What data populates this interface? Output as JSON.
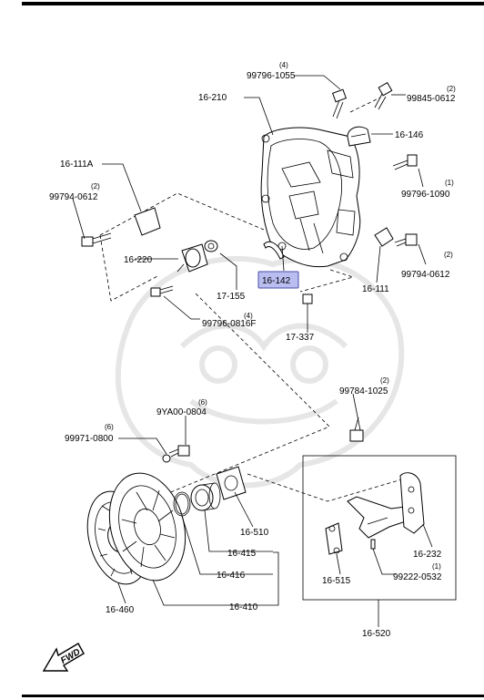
{
  "parts": {
    "p_16_210": "16-210",
    "p_99796_1055": "99796-1055",
    "p_99796_1055_qty": "(4)",
    "p_99845_0612": "99845-0612",
    "p_99845_0612_qty": "(2)",
    "p_16_146": "16-146",
    "p_16_111A": "16-111A",
    "p_99794_0612_left": "99794-0612",
    "p_99794_0612_left_qty": "(2)",
    "p_99796_1090": "99796-1090",
    "p_99796_1090_qty": "(1)",
    "p_16_220": "16-220",
    "p_16_142": "16-142",
    "p_99794_0612_right": "99794-0612",
    "p_99794_0612_right_qty": "(2)",
    "p_17_155": "17-155",
    "p_16_111": "16-111",
    "p_99796_0816F": "99796-0816F",
    "p_99796_0816F_qty": "(4)",
    "p_17_337": "17-337",
    "p_99784_1025": "99784-1025",
    "p_99784_1025_qty": "(2)",
    "p_9YA00_0804": "9YA00-0804",
    "p_9YA00_0804_qty": "(6)",
    "p_99971_0800": "99971-0800",
    "p_99971_0800_qty": "(6)",
    "p_16_510": "16-510",
    "p_16_232": "16-232",
    "p_16_415": "16-415",
    "p_16_416": "16-416",
    "p_16_515": "16-515",
    "p_99222_0532": "99222-0532",
    "p_99222_0532_qty": "(1)",
    "p_16_460": "16-460",
    "p_16_410": "16-410",
    "p_16_520": "16-520"
  },
  "fwd_label": "FWD",
  "highlight_color": "#b9bdf0",
  "highlight_border": "#4a4ea8"
}
